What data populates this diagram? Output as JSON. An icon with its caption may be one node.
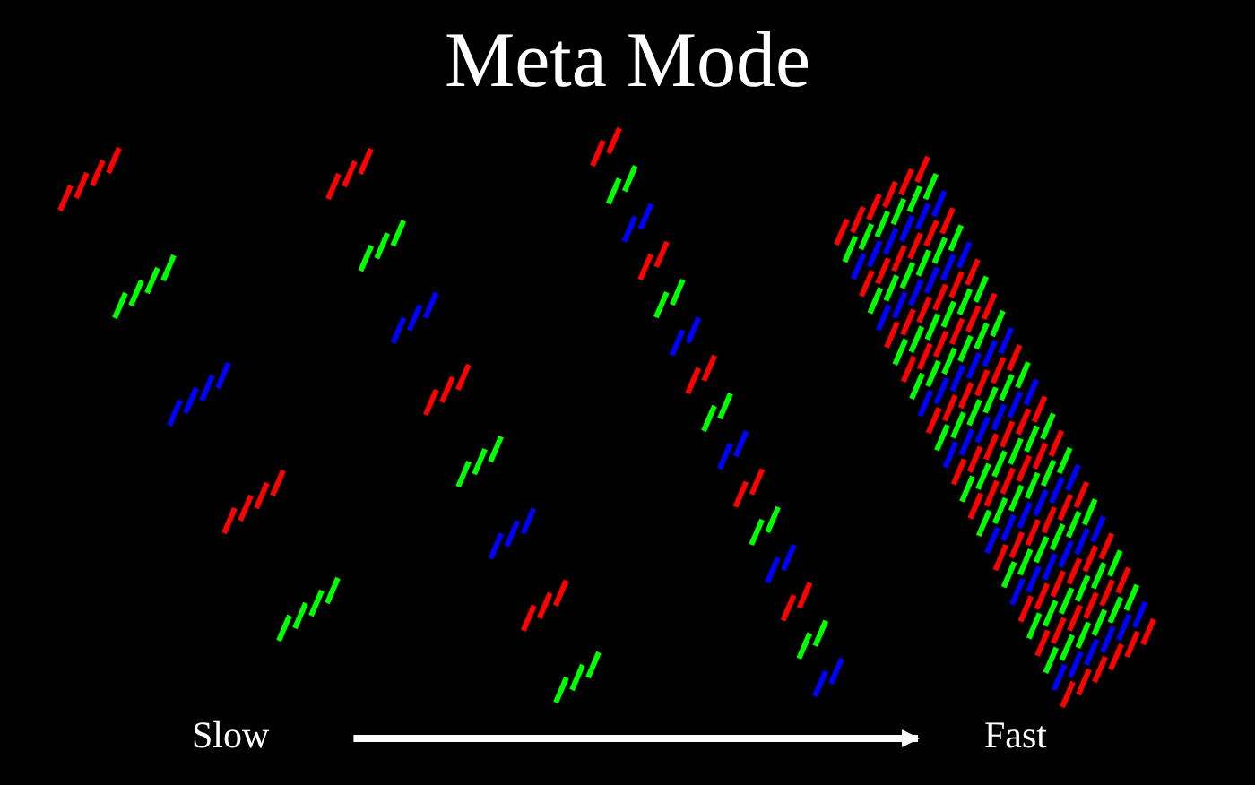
{
  "diagram": {
    "title": "Meta Mode",
    "nodes": [
      {
        "text": [
          "Slow"
        ]
      },
      {
        "text": [
          "Fast"
        ]
      }
    ],
    "edges": [
      {
        "from": 0,
        "to": 1,
        "arrow": "to"
      }
    ]
  }
}
